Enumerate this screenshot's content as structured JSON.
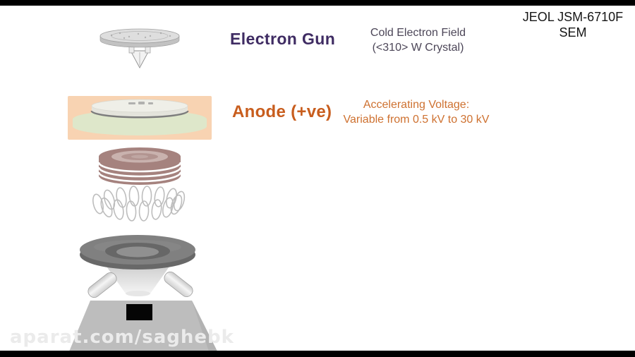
{
  "device": {
    "line1": "JEOL JSM-6710F",
    "line2": "SEM"
  },
  "components": [
    {
      "name": "Electron Gun",
      "desc1": "Cold Electron Field",
      "desc2": "(<310> W Crystal)"
    },
    {
      "name": "Anode (+ve)",
      "desc1": "Accelerating Voltage:",
      "desc2": "Variable from 0.5 kV to 30 kV"
    }
  ],
  "watermark": "aparat.com/saghebk",
  "illustrations": [
    "electron-gun-illustration",
    "anode-discs-illustration",
    "condenser-lens-rings-illustration",
    "coil-illustration",
    "objective-lens-illustration",
    "detector-cylinders-illustration",
    "specimen-stage-illustration"
  ],
  "colors": {
    "gun_label": "#3f2c63",
    "gun_desc": "#4c4658",
    "anode_label": "#c85d1d",
    "anode_desc": "#ce7130",
    "anode_highlight_bg": "#f8d3b2",
    "device_text": "#151515",
    "watermark_text": "#ebebeb",
    "letterbox": "#000000",
    "ring_stack": "#a5827e",
    "pale_green_disc": "#dee7ca"
  }
}
